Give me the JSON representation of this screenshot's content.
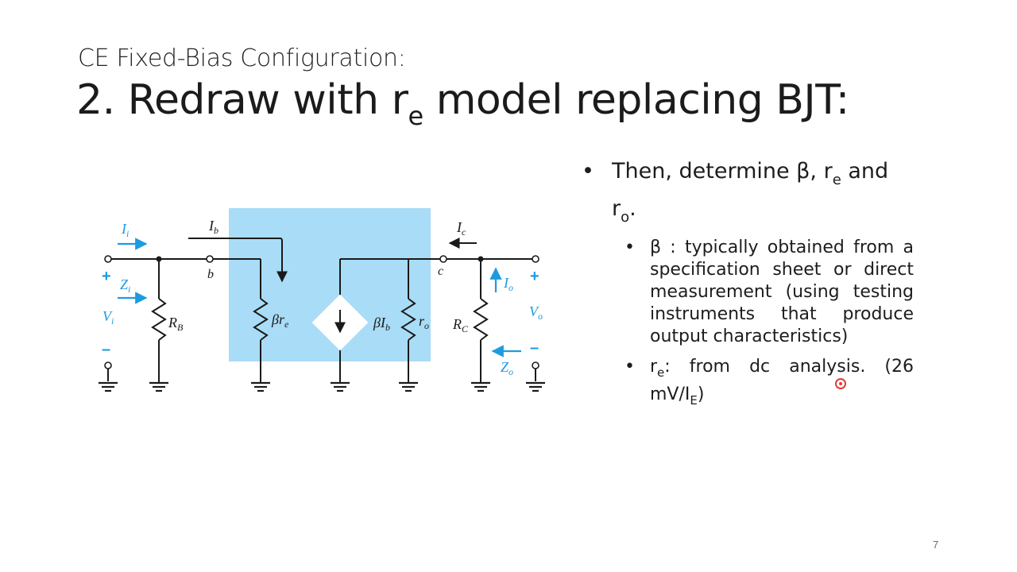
{
  "slide": {
    "subtitle": "CE Fixed-Bias Configuration:",
    "title_pre": "2. Redraw with r",
    "title_sub": "e",
    "title_post": " model replacing BJT:",
    "page_number": "7"
  },
  "bullets": {
    "main_pre": "Then, determine β, r",
    "main_sub1": "e",
    "main_mid": " and r",
    "main_sub2": "o",
    "main_post": ".",
    "beta_text": "β : typically obtained from a specification sheet or direct measurement (using testing instruments that produce output characteristics)",
    "re_pre": "r",
    "re_sub": "e",
    "re_mid": ": from dc analysis. (26 mV/I",
    "re_sub2": "E",
    "re_post": ")"
  },
  "circuit": {
    "labels": {
      "ii": "I",
      "ii_sub": "i",
      "ib": "I",
      "ib_sub": "b",
      "ic": "I",
      "ic_sub": "c",
      "zi": "Z",
      "zi_sub": "i",
      "vi": "V",
      "vi_sub": "i",
      "rb": "R",
      "rb_sub": "B",
      "b": "b",
      "beta_re": "βr",
      "beta_re_sub": "e",
      "beta_ib": "βI",
      "beta_ib_sub": "b",
      "ro": "r",
      "ro_sub": "o",
      "c": "c",
      "io": "I",
      "io_sub": "o",
      "rc": "R",
      "rc_sub": "C",
      "vo": "V",
      "vo_sub": "o",
      "zo": "Z",
      "zo_sub": "o",
      "plus": "+",
      "minus": "–"
    },
    "colors": {
      "shade": "#a9dcf6",
      "accent": "#1d9be0",
      "wire": "#1a1a1a"
    }
  }
}
